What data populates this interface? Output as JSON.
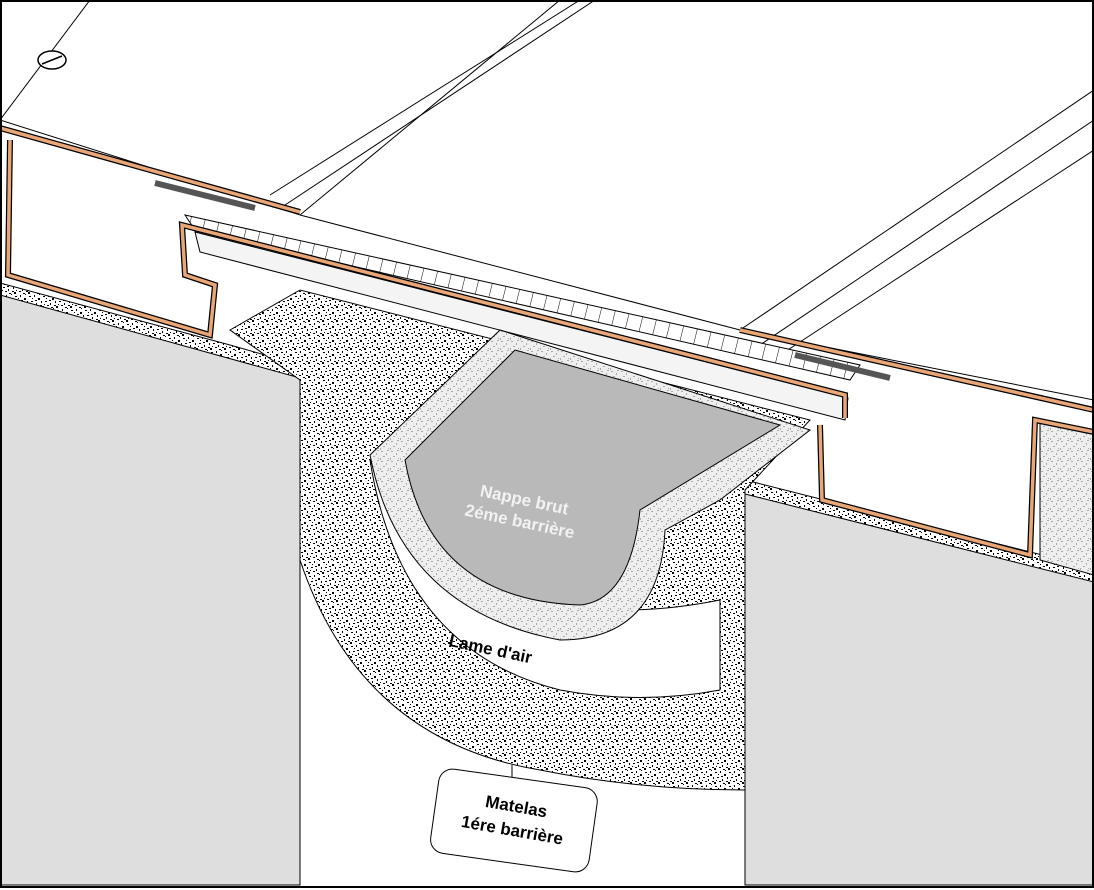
{
  "labels": {
    "inner_membrane_line1": "Nappe brut",
    "inner_membrane_line2": "2éme barrière",
    "air_gap": "Lame d'air",
    "mattress_line1": "Matelas",
    "mattress_line2": "1ére barrière"
  },
  "colors": {
    "copper_profile": "#e9a677",
    "block_face": "#dedede",
    "membrane": "#b9b9b9",
    "insulation_dark": "#1a1a1a",
    "insulation_light": "#bdbdbd"
  }
}
